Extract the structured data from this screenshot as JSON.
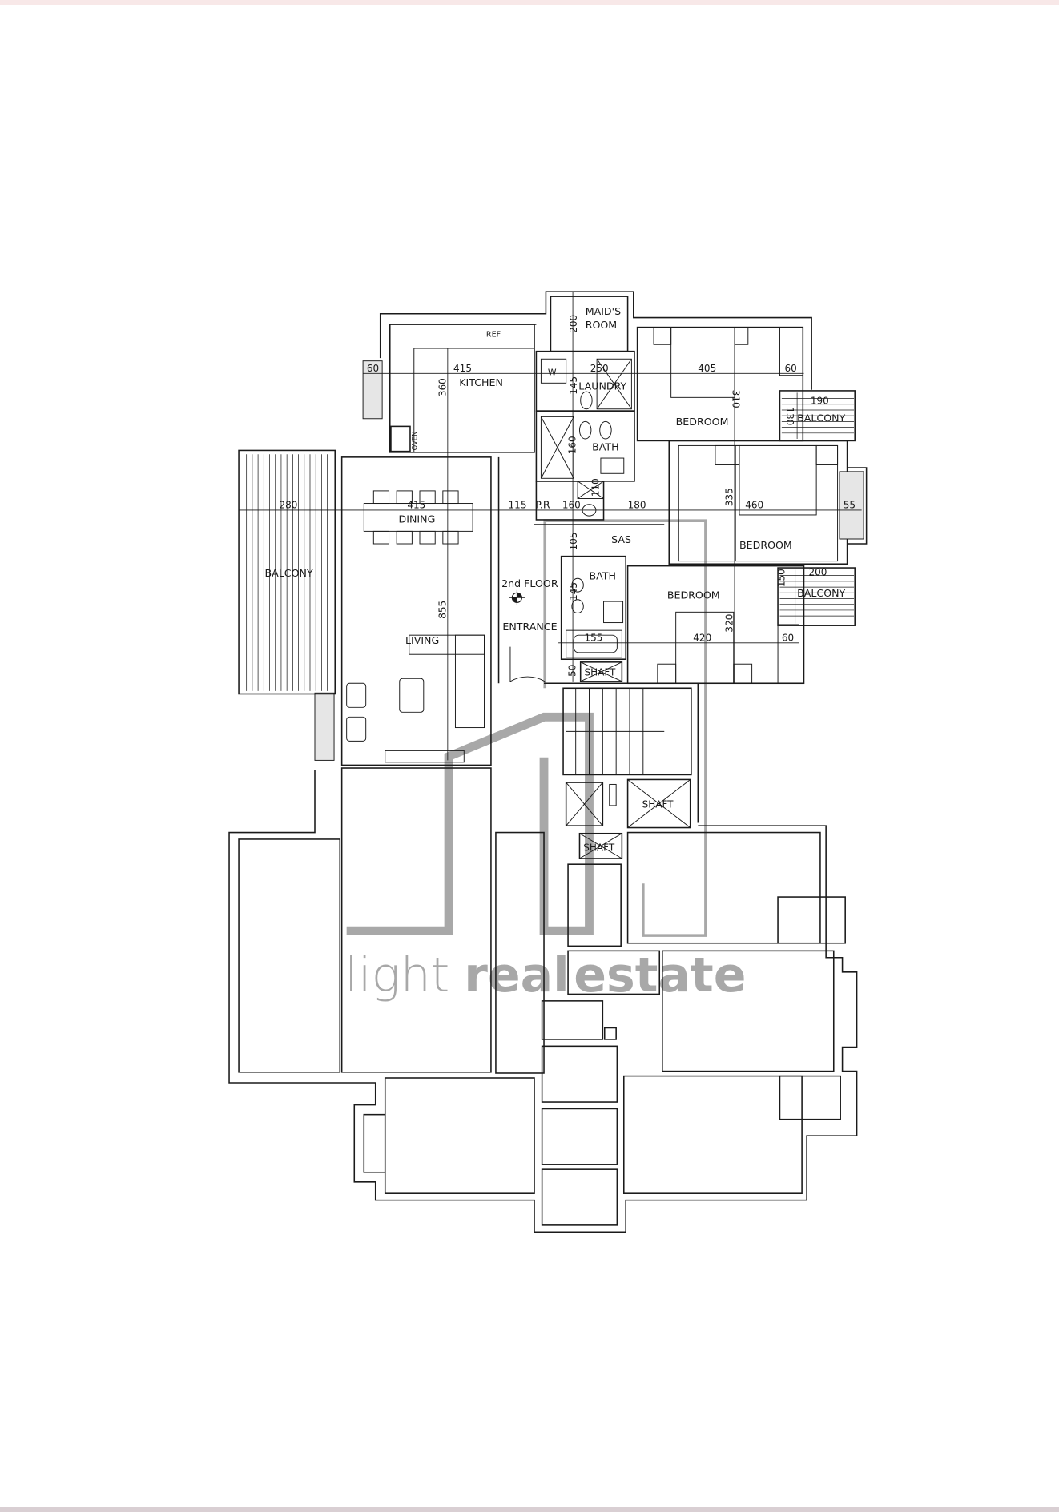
{
  "page": {
    "top_band_color": "#f8e8e8",
    "bottom_band_color": "#d9cfd3",
    "line_color": "#1a1a1a",
    "watermark_color": "#a8a8a8"
  },
  "rooms": {
    "maids_room_1": "MAID'S",
    "maids_room_2": "ROOM",
    "kitchen": "KITCHEN",
    "ref": "REF",
    "oven": "OVEN",
    "w": "W",
    "laundry": "LAUNDRY",
    "bath_upper": "BATH",
    "bedroom_top": "BEDROOM",
    "balcony_top_right": "BALCONY",
    "dining": "DINING",
    "balcony_left": "BALCONY",
    "pr": "P.R",
    "sas": "SAS",
    "bedroom_middle": "BEDROOM",
    "floor_label": "2nd FLOOR",
    "bath_lower": "BATH",
    "bedroom_lower": "BEDROOM",
    "balcony_lower_right": "BALCONY",
    "living": "LIVING",
    "entrance": "ENTRANCE",
    "shaft_1": "SHAFT",
    "shaft_2": "SHAFT",
    "shaft_3": "SHAFT"
  },
  "dimensions": {
    "kitchen_left_60": "60",
    "kitchen_width": "415",
    "kitchen_depth": "360",
    "maids_200": "200",
    "laundry_250": "250",
    "laundry_145": "145",
    "bedroom_top_405": "405",
    "bedroom_top_310": "310",
    "bedroom_top_60": "60",
    "balcony_top_190": "190",
    "balcony_top_130": "130",
    "bath_160": "160",
    "pr_110": "110",
    "balcony_left_280": "280",
    "dining_415": "415",
    "corridor_115": "115",
    "pr_160": "160",
    "sas_180": "180",
    "bedroom_mid_335": "335",
    "bedroom_mid_460": "460",
    "bedroom_mid_55": "55",
    "sas_105": "105",
    "living_855": "855",
    "bath_lower_145": "145",
    "bath_lower_155": "155",
    "bedroom_low_420": "420",
    "bedroom_low_320": "320",
    "bedroom_low_60": "60",
    "balcony_low_200": "200",
    "balcony_low_150": "150",
    "shaft_50": "50"
  },
  "watermark": {
    "word1": "light",
    "word2": "real",
    "word3": "estate"
  }
}
